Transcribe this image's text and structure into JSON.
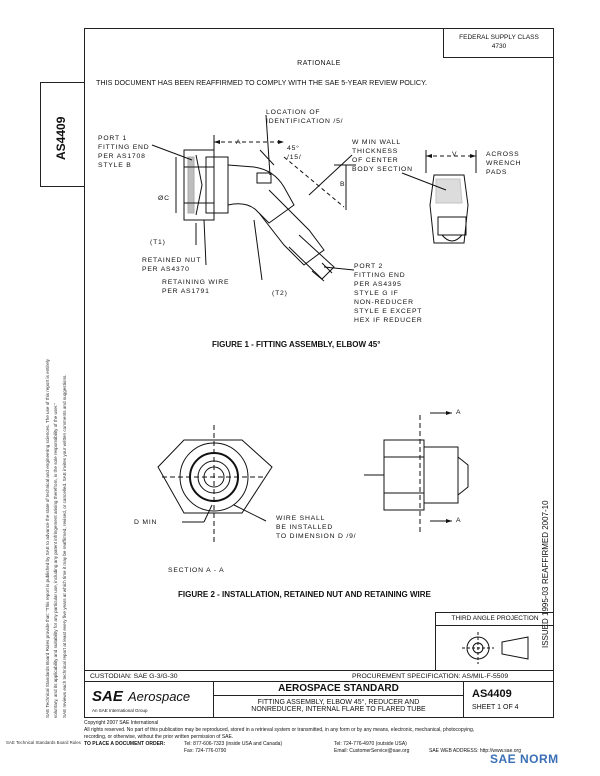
{
  "header": {
    "federal_supply_line1": "FEDERAL SUPPLY CLASS",
    "federal_supply_line2": "4730",
    "rationale_title": "RATIONALE",
    "reaffirm_text": "THIS DOCUMENT HAS BEEN REAFFIRMED TO COMPLY WITH THE SAE 5-YEAR REVIEW POLICY."
  },
  "side": {
    "doc_number": "AS4409",
    "disclaimer_line1": "SAE Technical Standards Board Rules provide that: \"This report is published by SAE to advance the state of technical and engineering sciences. The use of this report is entirely",
    "disclaimer_line2": "voluntary, and its applicability and suitability for any particular use, including any patent infringement arising therefrom, is the sole responsibility of the user.\"",
    "disclaimer_line3": "SAE reviews each technical report at least every five years at which time it may be reaffirmed, revised, or cancelled. SAE invites your written comments and suggestions.",
    "reaffirmed": "REAFFIRMED 2007-10",
    "issued": "ISSUED 1995-03"
  },
  "figure1": {
    "caption": "FIGURE 1 - FITTING ASSEMBLY, ELBOW 45°",
    "labels": {
      "port1": "PORT 1\nFITTING END\nPER AS1708\nSTYLE B",
      "location": "LOCATION OF\nIDENTIFICATION /5/",
      "angle": "45°\n/15/",
      "wall": "W MIN WALL\nTHICKNESS\nOF CENTER\nBODY SECTION",
      "v": "V",
      "across": "ACROSS\nWRENCH\nPADS",
      "dim_a": "A",
      "dim_c": "ØC",
      "dim_b": "B",
      "t1": "(T1)",
      "t2": "(T2)",
      "retained_nut": "RETAINED NUT\nPER AS4370",
      "retaining_wire": "RETAINING WIRE\nPER AS1791",
      "port2": "PORT 2\nFITTING END\nPER AS4395\nSTYLE G IF\nNON-REDUCER\nSTYLE E EXCEPT\nHEX IF REDUCER"
    }
  },
  "figure2": {
    "caption": "FIGURE 2 - INSTALLATION, RETAINED NUT AND RETAINING WIRE",
    "labels": {
      "d_min": "D MIN",
      "wire_note": "WIRE SHALL\nBE INSTALLED\nTO DIMENSION D /9/",
      "section": "SECTION A - A",
      "a_top": "A",
      "a_bottom": "A"
    }
  },
  "projection": {
    "title": "THIRD ANGLE PROJECTION"
  },
  "custodian_row": {
    "custodian": "CUSTODIAN:  SAE G-3/G-30",
    "procurement": "PROCUREMENT SPECIFICATION:  AS/MIL-F-5509"
  },
  "title_block": {
    "logo_sae": "SAE",
    "logo_aerospace": "Aerospace",
    "logo_tagline": "An SAE International Group",
    "standard": "AEROSPACE STANDARD",
    "title_line1": "FITTING ASSEMBLY, ELBOW 45°, REDUCER AND",
    "title_line2": "NONREDUCER, INTERNAL FLARE TO FLARED TUBE",
    "doc_number": "AS4409",
    "sheet": "SHEET 1 OF 4"
  },
  "footer": {
    "copyright": "Copyright 2007 SAE International",
    "rights": "All rights reserved. No part of this publication may be reproduced, stored in a retrieval system or transmitted, in any form or by any means, electronic, mechanical, photocopying,",
    "rights2": "recording, or otherwise, without the prior written permission of SAE.",
    "order_label": "TO PLACE A DOCUMENT ORDER:",
    "tel1": "Tel: 877-606-7323 (inside USA and Canada)",
    "tel2": "Tel: 724-776-4970 (outside USA)",
    "fax": "Fax: 724-776-0790",
    "email": "Email: CustomerService@sae.org",
    "web": "SAE WEB ADDRESS: http://www.sae.org",
    "legal": "SAE Technical Standards Board Rules"
  },
  "watermark": {
    "text": "SAE NORM"
  }
}
